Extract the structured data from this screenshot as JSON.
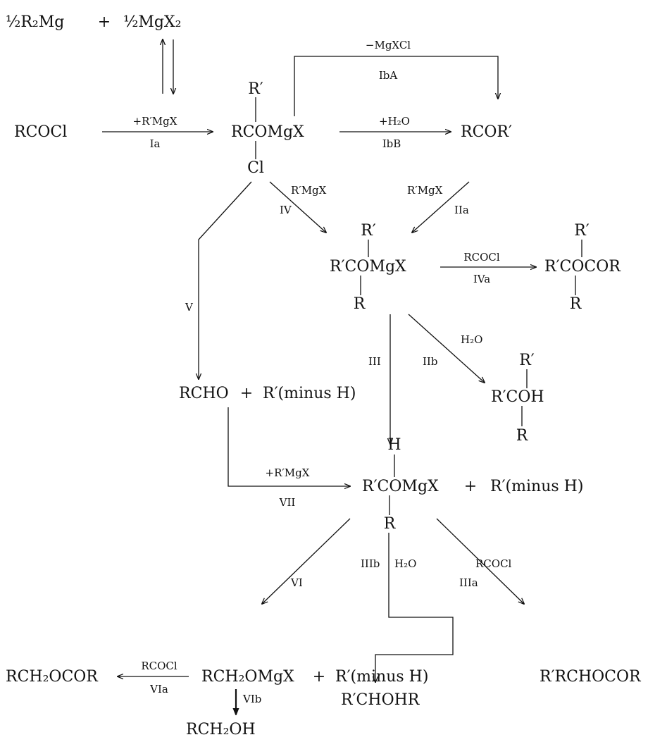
{
  "colors": {
    "ink": "#111111",
    "background": "#ffffff"
  },
  "species": {
    "r2mg": "½R₂Mg",
    "plus": "+",
    "mgx2": "½MgX₂",
    "rcocl": "RCOCl",
    "adduct_r": "R′",
    "adduct_main": "RCOMgX",
    "adduct_cl": "Cl",
    "ketone": "RCOR′",
    "tert_top": "R′",
    "tert_main": "R′COMgX",
    "tert_bottom": "R",
    "ester_top": "R′",
    "ester_main": "R′COCOR",
    "ester_bottom": "R",
    "aldehyde": "RCHO",
    "olefin": "R′(minus H)",
    "talc_top": "R′",
    "talc_main": "R′COH",
    "talc_bottom": "R",
    "sec_top": "H",
    "sec_main": "R′COMgX",
    "sec_bottom": "R",
    "rch2ocor": "RCH₂OCOR",
    "rch2omgx": "RCH₂OMgX",
    "secester": "R′RCHOCOR",
    "secalc": "R′CHOHR",
    "rch2oh": "RCH₂OH"
  },
  "labels": {
    "mgxcl": "−MgXCl",
    "IbA": "IbA",
    "rmgx_plus": "+R′MgX",
    "Ia": "Ia",
    "h2o_plus": "+H₂O",
    "IbB": "IbB",
    "rmgx_iv": "R′MgX",
    "IV": "IV",
    "rmgx_iia": "R′MgX",
    "IIa": "IIa",
    "V": "V",
    "rcocl_iva": "RCOCl",
    "IVa": "IVa",
    "III": "III",
    "h2o_iib": "H₂O",
    "IIb": "IIb",
    "rmgx_vii": "+R′MgX",
    "VII": "VII",
    "VI": "VI",
    "IIIb": "IIIb",
    "h2o_iiib": "H₂O",
    "rcocl_iiia": "RCOCl",
    "IIIa": "IIIa",
    "rcocl_via": "RCOCl",
    "VIa": "VIa",
    "VIb": "VIb"
  }
}
